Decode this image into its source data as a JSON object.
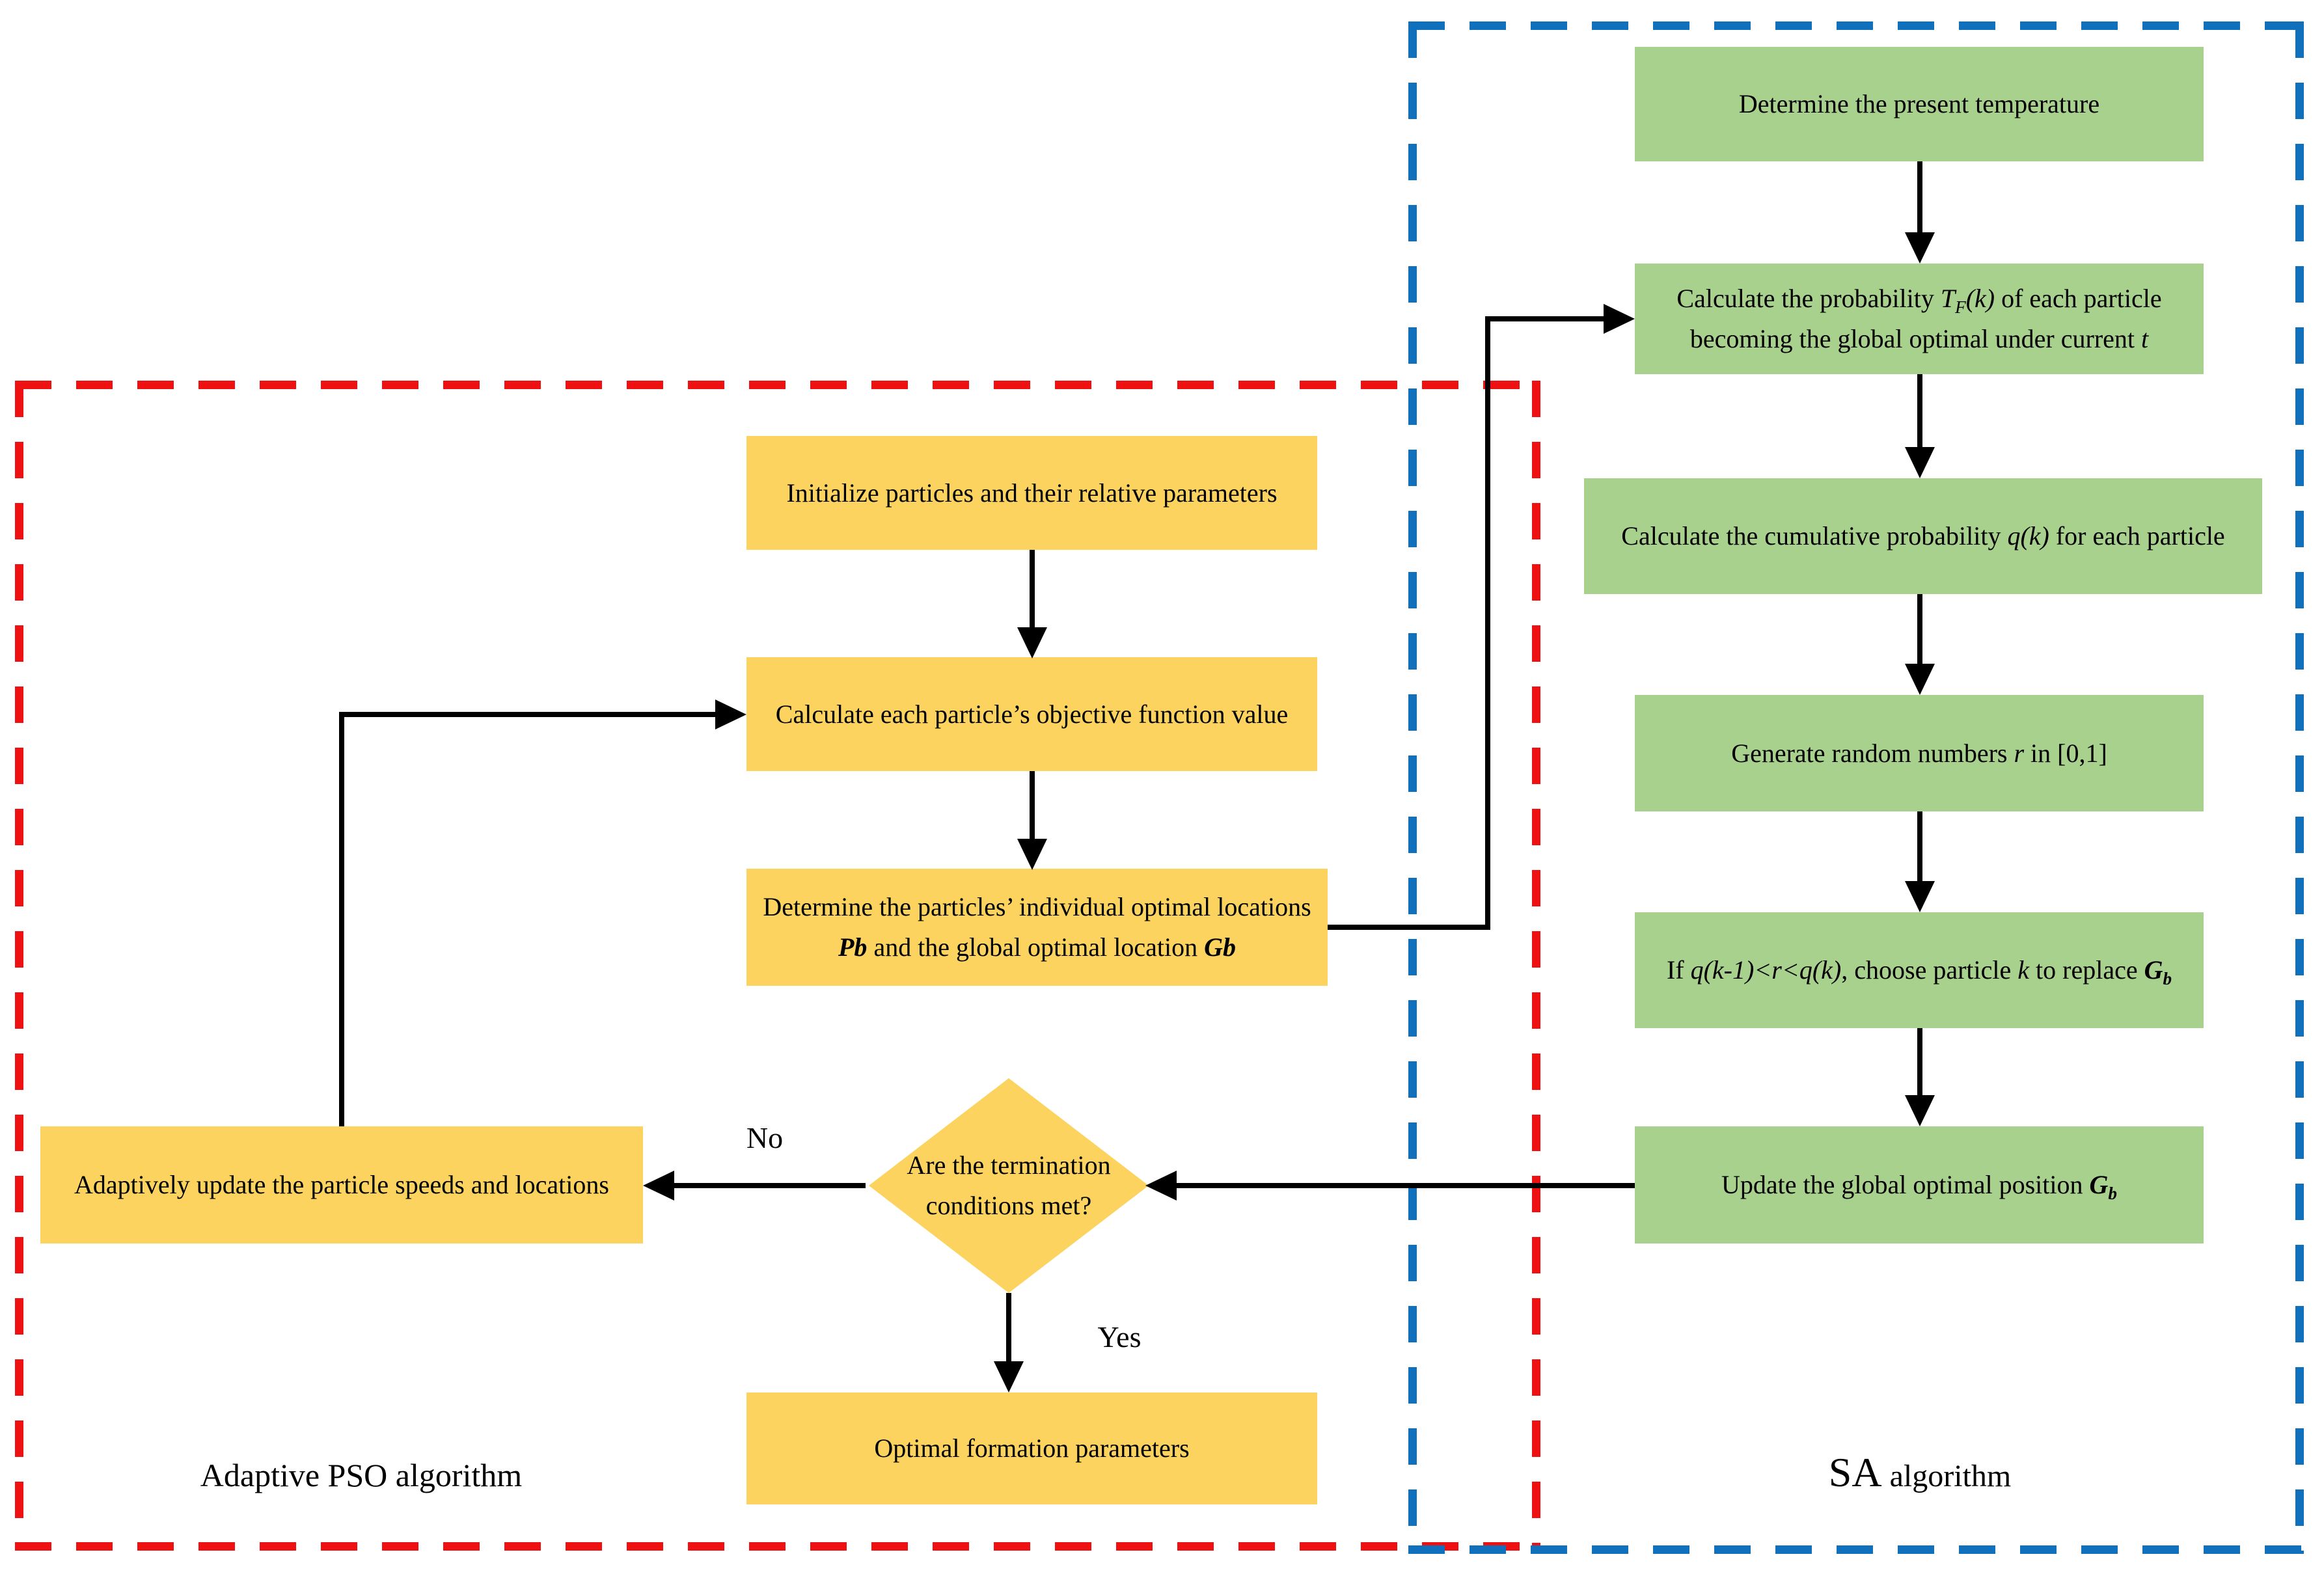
{
  "colors": {
    "pso_box": "#FBD35E",
    "sa_box": "#A9D18E",
    "pso_border": "#EE1111",
    "sa_border": "#1170BC",
    "line": "#000000"
  },
  "regions": {
    "pso": {
      "label": "Adaptive PSO algorithm"
    },
    "sa": {
      "label_sa": "SA",
      "label_algorithm": " algorithm"
    }
  },
  "nodes": {
    "init": {
      "lines": [
        [
          {
            "t": "Initialize particles and their relative parameters"
          }
        ]
      ]
    },
    "calc_obj": {
      "lines": [
        [
          {
            "t": "Calculate each particle’s objective function value"
          }
        ]
      ]
    },
    "pbgb": {
      "lines": [
        [
          {
            "t": "Determine the particles’ individual optimal locations"
          }
        ],
        [
          {
            "t": "Pb",
            "b": true,
            "i": true
          },
          {
            "t": " and  the global optimal location "
          },
          {
            "t": "Gb",
            "b": true,
            "i": true
          }
        ]
      ]
    },
    "decision": {
      "lines": [
        [
          {
            "t": "Are the termination"
          }
        ],
        [
          {
            "t": "conditions met?"
          }
        ]
      ]
    },
    "adapt": {
      "lines": [
        [
          {
            "t": "Adaptively update the particle speeds and locations"
          }
        ]
      ]
    },
    "optimal": {
      "lines": [
        [
          {
            "t": "Optimal formation parameters"
          }
        ]
      ]
    },
    "sa_temperature": {
      "lines": [
        [
          {
            "t": "Determine the present temperature"
          }
        ]
      ]
    },
    "sa_probability": {
      "lines": [
        [
          {
            "t": "Calculate the probability "
          },
          {
            "t": "T",
            "i": true
          },
          {
            "t": "F",
            "i": true,
            "sub": true
          },
          {
            "t": "(k)",
            "i": true
          },
          {
            "t": " of each particle"
          }
        ],
        [
          {
            "t": "becoming the global optimal under current "
          },
          {
            "t": "t",
            "i": true
          }
        ]
      ]
    },
    "sa_cumulative": {
      "lines": [
        [
          {
            "t": "Calculate the cumulative probability "
          },
          {
            "t": "q(k)",
            "i": true
          },
          {
            "t": " for each particle"
          }
        ]
      ]
    },
    "sa_random": {
      "lines": [
        [
          {
            "t": "Generate random numbers "
          },
          {
            "t": "r",
            "i": true
          },
          {
            "t": " in  [0,1]"
          }
        ]
      ]
    },
    "sa_replace": {
      "lines": [
        [
          {
            "t": "If "
          },
          {
            "t": "q(k-1)<r<q(k)",
            "i": true
          },
          {
            "t": ", choose particle "
          },
          {
            "t": "k",
            "i": true
          },
          {
            "t": " to replace "
          },
          {
            "t": "G",
            "b": true,
            "i": true
          },
          {
            "t": "b",
            "b": true,
            "i": true,
            "sub": true
          }
        ]
      ]
    },
    "sa_update_gb": {
      "lines": [
        [
          {
            "t": "Update the global optimal position "
          },
          {
            "t": "G",
            "b": true,
            "i": true
          },
          {
            "t": "b",
            "b": true,
            "i": true,
            "sub": true
          }
        ]
      ]
    }
  },
  "edge_labels": {
    "no": "No",
    "yes": "Yes"
  }
}
